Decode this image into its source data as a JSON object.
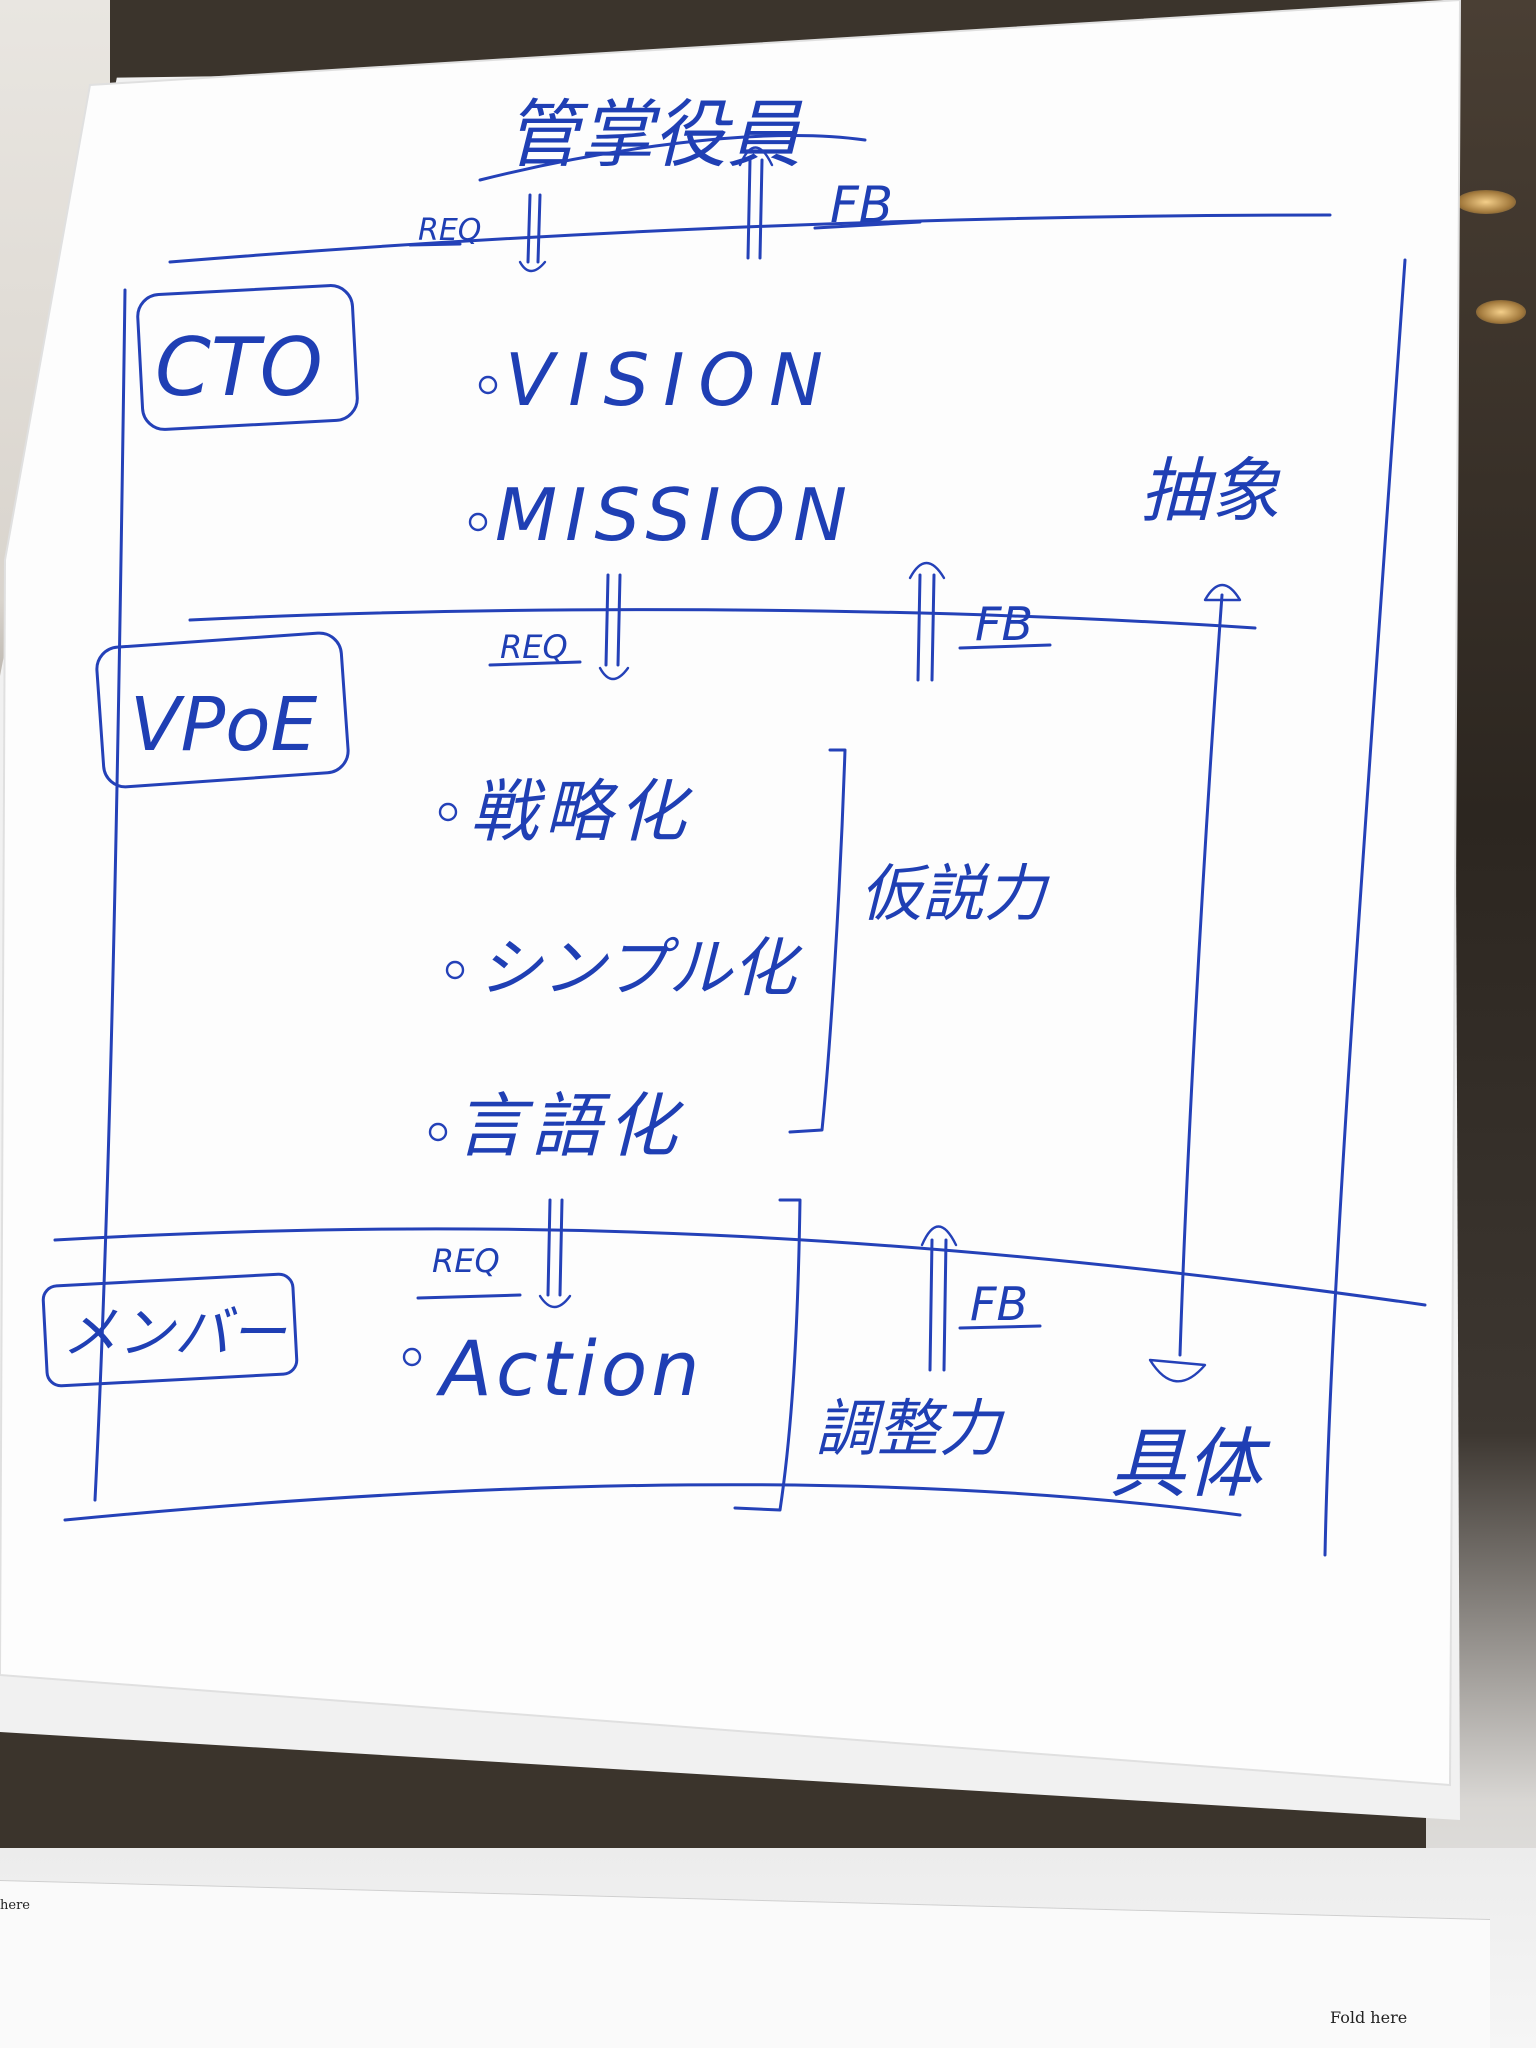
{
  "title": "管掌役員",
  "levels": [
    {
      "name": "CTO",
      "items": [
        "VISION",
        "MISSION"
      ]
    },
    {
      "name": "VPoE",
      "items": [
        "戦略化",
        "シンプル化",
        "言語化"
      ]
    },
    {
      "name": "メンバー",
      "items": [
        "Action"
      ]
    }
  ],
  "arrow_labels": {
    "request": "REQ",
    "feedback": "FB"
  },
  "brackets": {
    "vpoe_skill": "仮説力",
    "member_skill": "調整力"
  },
  "axis": {
    "top": "抽象",
    "bottom": "具体"
  },
  "fold_label": "Fold here",
  "fold_label_left": "here",
  "ink_color": "#2441b8"
}
